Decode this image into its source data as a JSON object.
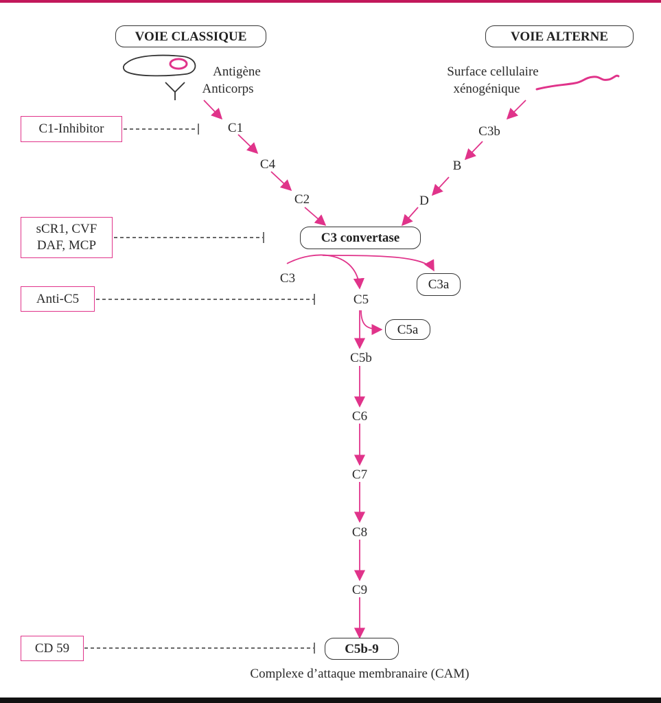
{
  "pathways": {
    "classical": "VOIE CLASSIQUE",
    "alternative": "VOIE ALTERNE"
  },
  "labels": {
    "antigen": "Antigène",
    "antibody": "Anticorps",
    "surface_line1": "Surface cellulaire",
    "surface_line2": "xénogénique"
  },
  "components": {
    "c1": "C1",
    "c4": "C4",
    "c2": "C2",
    "c3b": "C3b",
    "b": "B",
    "d": "D",
    "c3_convertase": "C3 convertase",
    "c3": "C3",
    "c3a": "C3a",
    "c5": "C5",
    "c5a": "C5a",
    "c5b": "C5b",
    "c6": "C6",
    "c7": "C7",
    "c8": "C8",
    "c9": "C9",
    "mac": "C5b-9",
    "mac_caption": "Complexe d’attaque membranaire (CAM)"
  },
  "inhibitors": {
    "c1_inhibitor": "C1-Inhibitor",
    "convertase_line1": "sCR1, CVF",
    "convertase_line2": "DAF, MCP",
    "anti_c5": "Anti-C5",
    "cd59": "CD 59"
  },
  "colors": {
    "accent": "#e0338a",
    "frame_top": "#c2185b",
    "text": "#222222"
  }
}
